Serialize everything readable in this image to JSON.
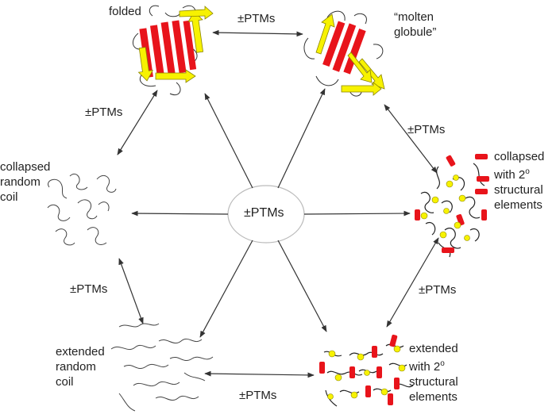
{
  "ptm_label": "±PTMs",
  "states": {
    "folded": "folded",
    "molten_line1": "“molten",
    "molten_line2": "globule”",
    "collapsed_random_line1": "collapsed",
    "collapsed_random_line2": "random",
    "collapsed_random_line3": "coil",
    "collapsed_2o_line1": "collapsed",
    "collapsed_2o_line2": "with 2",
    "collapsed_2o_line3": "structural",
    "collapsed_2o_line4": "elements",
    "extended_random_line1": "extended",
    "extended_random_line2": "random",
    "extended_random_line3": "coil",
    "extended_2o_line1": "extended",
    "extended_2o_line2": "with 2",
    "extended_2o_line3": "structural",
    "extended_2o_line4": "elements",
    "superscript": "o"
  },
  "colors": {
    "helix": "#e8141b",
    "strand": "#f7f200",
    "strand_outline": "#8a8400",
    "line": "#333333"
  }
}
